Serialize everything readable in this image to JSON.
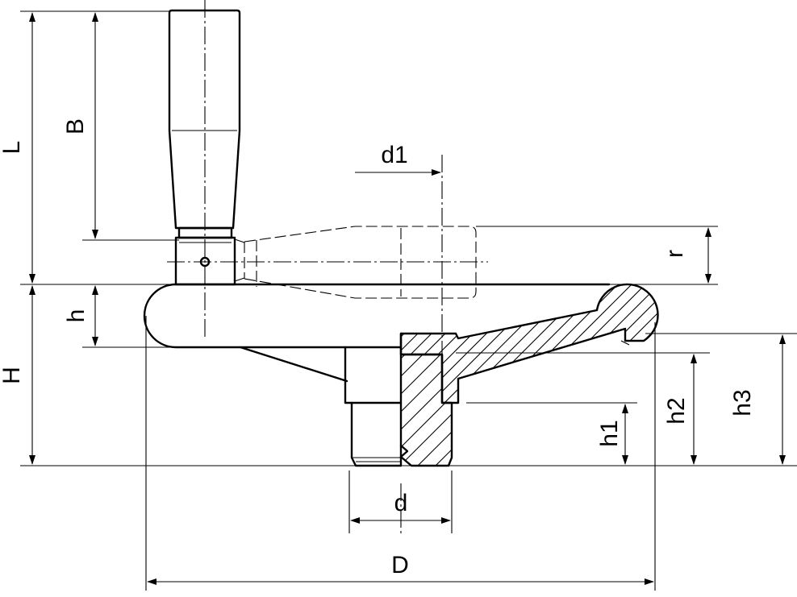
{
  "labels": {
    "L": "L",
    "B": "B",
    "d1": "d1",
    "r": "r",
    "h": "h",
    "H": "H",
    "h1": "h1",
    "h2": "h2",
    "h3": "h3",
    "d": "d",
    "D": "D"
  }
}
